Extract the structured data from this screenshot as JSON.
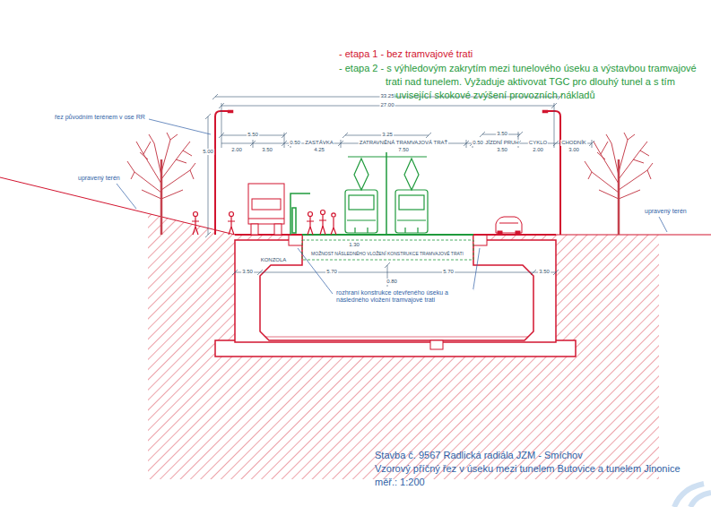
{
  "diagram": {
    "title": "Stavba č. 9567 Radlická radiála JZM - Smíchov",
    "caption": "Vzorový příčný řez v úseku mezi tunelem Butovice a tunelem Jinonice",
    "labels": [
      "- etapa 1 - bez tramvajové trati",
      "- etapa 2 - s výhledovým zakrytím mezi tunelového úseku a výstavbou tramvajové trati nad tunelem. Vyžaduje aktivovat TGC pro dlouhý tunel a s tím související skokové zvýšení provozních nákladů",
      "řez původním terénem v ose RR",
      "upravený terén",
      "upravený terén",
      "33.25",
      "27.00",
      "5.00",
      "5.50",
      "2.00",
      "3.50",
      "0.50",
      "ZASTÁVKA",
      "4.25",
      "3.25",
      "ZATRAVNĚNÁ TRAMVAJOVÁ TRAŤ",
      "7.50",
      "0.50",
      "3.50",
      "JÍZDNÍ PRUH",
      "3.50",
      "CYKLO",
      "2.00",
      "CHODNÍK",
      "3.00",
      "1.30",
      "MOŽNOST NÁSLEDNÉHO VLOŽENÍ KONSTRUKCE TRAMVAJOVÉ TRATI",
      "KONZOLA",
      "3.50",
      "5.70",
      "5.70",
      "3.50",
      "0.80",
      "rozhraní konstrukce otevřeného úseku a následného vložení tramvajové trati",
      "měř.: 1:200"
    ]
  }
}
